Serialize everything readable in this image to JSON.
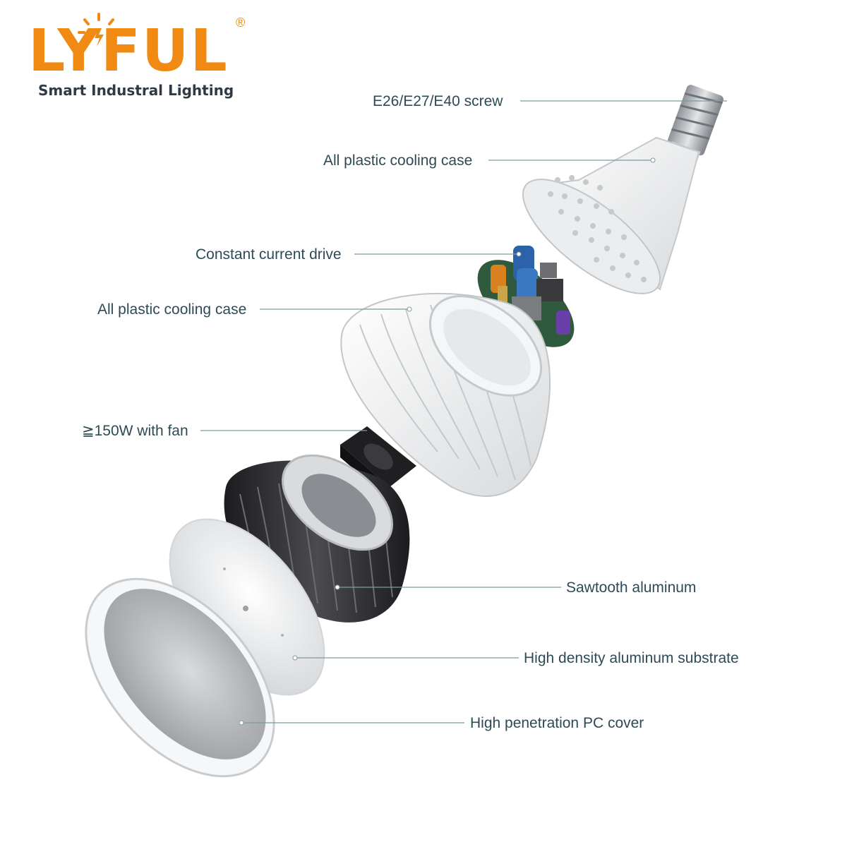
{
  "brand": {
    "logo_text": "LYFUL",
    "registered_mark": "®",
    "tagline": "Smart Industral Lighting",
    "accent_color": "#f08a12"
  },
  "colors": {
    "label_text": "#2e4a55",
    "leader_line": "#7f9a9f",
    "housing_white": "#f2f3f4",
    "heatsink_dark": "#2b2b2e",
    "socket_metal": "#b8bcc0"
  },
  "callouts": [
    {
      "id": "screw",
      "text": "E26/E27/E40 screw"
    },
    {
      "id": "plastic-case-top",
      "text": "All plastic cooling case"
    },
    {
      "id": "driver",
      "text": "Constant current drive"
    },
    {
      "id": "plastic-case-mid",
      "text": "All plastic cooling case"
    },
    {
      "id": "fan",
      "text": "≧150W with fan"
    },
    {
      "id": "heatsink",
      "text": "Sawtooth aluminum"
    },
    {
      "id": "substrate",
      "text": "High density aluminum substrate"
    },
    {
      "id": "pc-cover",
      "text": "High penetration PC cover"
    }
  ]
}
